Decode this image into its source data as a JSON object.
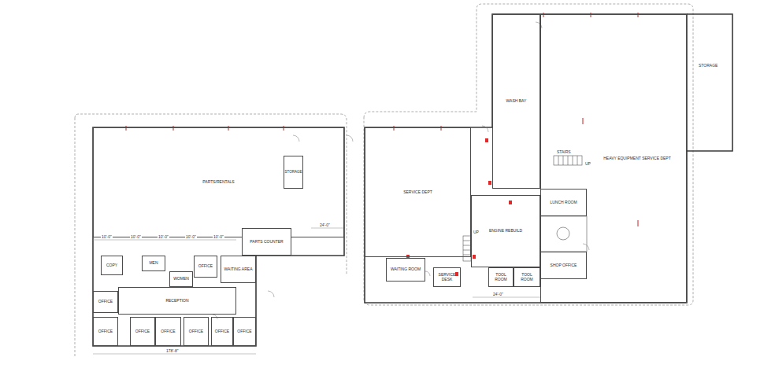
{
  "diagram": {
    "nodes": [
      {
        "text": [
          "PARTS/RENTALS"
        ]
      },
      {
        "text": [
          "STORAGE"
        ],
        "in": 0
      },
      {
        "text": [
          "PARTS COUNTER"
        ],
        "in": 0
      },
      {
        "text": [
          "SERVICE DEPT"
        ]
      },
      {
        "text": [
          "WASH BAY"
        ]
      },
      {
        "text": [
          "HEAVY EQUIPMENT SERVICE DEPT"
        ]
      },
      {
        "text": [
          "LUNCH ROOM"
        ],
        "in": 5
      },
      {
        "text": [
          "SHOP OFFICE"
        ],
        "in": 5
      },
      {
        "text": [
          "ENGINE REBUILD"
        ]
      },
      {
        "text": [
          "WAITING ROOM"
        ]
      },
      {
        "text": [
          "SERVICE DESK"
        ]
      },
      {
        "text": [
          "TOOL ROOM"
        ]
      },
      {
        "text": [
          "TOOL ROOM"
        ]
      },
      {
        "text": [
          "COPY"
        ]
      },
      {
        "text": [
          "MEN"
        ]
      },
      {
        "text": [
          "WOMEN"
        ]
      },
      {
        "text": [
          "OFFICE"
        ]
      },
      {
        "text": [
          "WAITING AREA"
        ]
      },
      {
        "text": [
          "OFFICE"
        ]
      },
      {
        "text": [
          "RECEPTION"
        ]
      },
      {
        "text": [
          "OFFICE"
        ]
      },
      {
        "text": [
          "OFFICE"
        ]
      },
      {
        "text": [
          "OFFICE"
        ]
      },
      {
        "text": [
          "OFFICE"
        ]
      },
      {
        "text": [
          "OFFICE"
        ]
      },
      {
        "text": [
          "OFFICE"
        ]
      }
    ],
    "labels": [
      "STAIRS",
      "UP",
      "UP",
      "STORAGE",
      "10'-0\"",
      "10'-0\"",
      "10'-0\"",
      "10'-0\"",
      "10'-0\"",
      "24'-0\"",
      "24'-0\"",
      "178'-8\""
    ]
  }
}
